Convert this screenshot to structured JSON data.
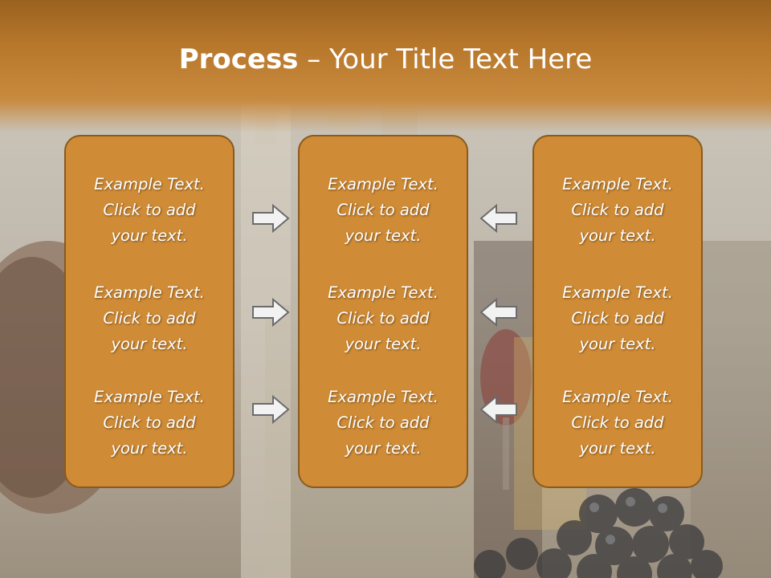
{
  "slide": {
    "title_bold": "Process",
    "title_rest": " – Your Title Text Here",
    "columns": [
      {
        "items": [
          {
            "line1": "Example Text.",
            "line2": "Click  to add",
            "line3": "your text."
          },
          {
            "line1": "Example Text.",
            "line2": "Click  to add",
            "line3": "your text."
          },
          {
            "line1": "Example Text.",
            "line2": "Click  to add",
            "line3": "your text."
          }
        ]
      },
      {
        "items": [
          {
            "line1": "Example Text.",
            "line2": "Click  to add",
            "line3": "your text."
          },
          {
            "line1": "Example Text.",
            "line2": "Click  to add",
            "line3": "your text."
          },
          {
            "line1": "Example Text.",
            "line2": "Click  to add",
            "line3": "your text."
          }
        ]
      },
      {
        "items": [
          {
            "line1": "Example Text.",
            "line2": "Click  to add",
            "line3": "your text."
          },
          {
            "line1": "Example Text.",
            "line2": "Click  to add",
            "line3": "your text."
          },
          {
            "line1": "Example Text.",
            "line2": "Click  to add",
            "line3": "your text."
          }
        ]
      }
    ],
    "arrows": {
      "left_group": [
        "right-arrow-icon",
        "right-arrow-icon",
        "right-arrow-icon"
      ],
      "right_group": [
        "left-arrow-icon",
        "left-arrow-icon",
        "left-arrow-icon"
      ]
    },
    "colors": {
      "header": "#b8782c",
      "box_fill": "#cf8b35",
      "box_border": "#8a5a1e",
      "arrow_fill": "#f2f2f2",
      "arrow_stroke": "#6b6b6b",
      "text": "#ffffff"
    }
  }
}
